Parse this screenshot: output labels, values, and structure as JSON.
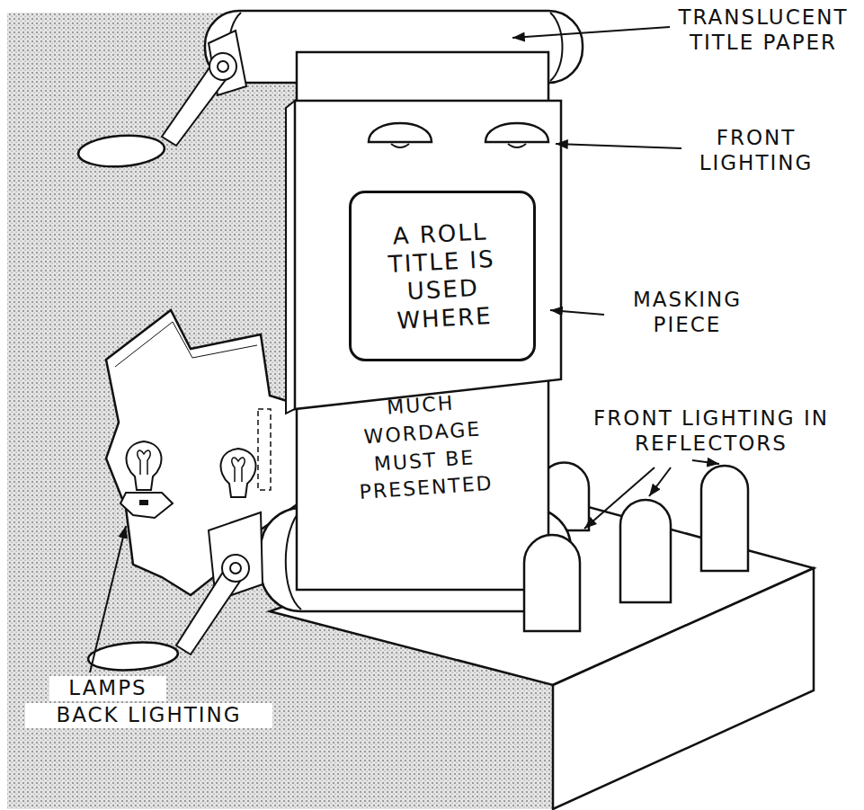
{
  "diagram": {
    "nodes": [
      {
        "text": [
          "A ROLL TITLE IS USED WHERE"
        ]
      }
    ],
    "labels": [
      "TRANSLUCENT TITLE PAPER",
      "FRONT LIGHTING",
      "MASKING PIECE",
      "MUCH WORDAGE MUST BE PRESENTED",
      "FRONT LIGHTING IN REFLECTORS",
      "LAMPS",
      "BACK LIGHTING"
    ]
  }
}
